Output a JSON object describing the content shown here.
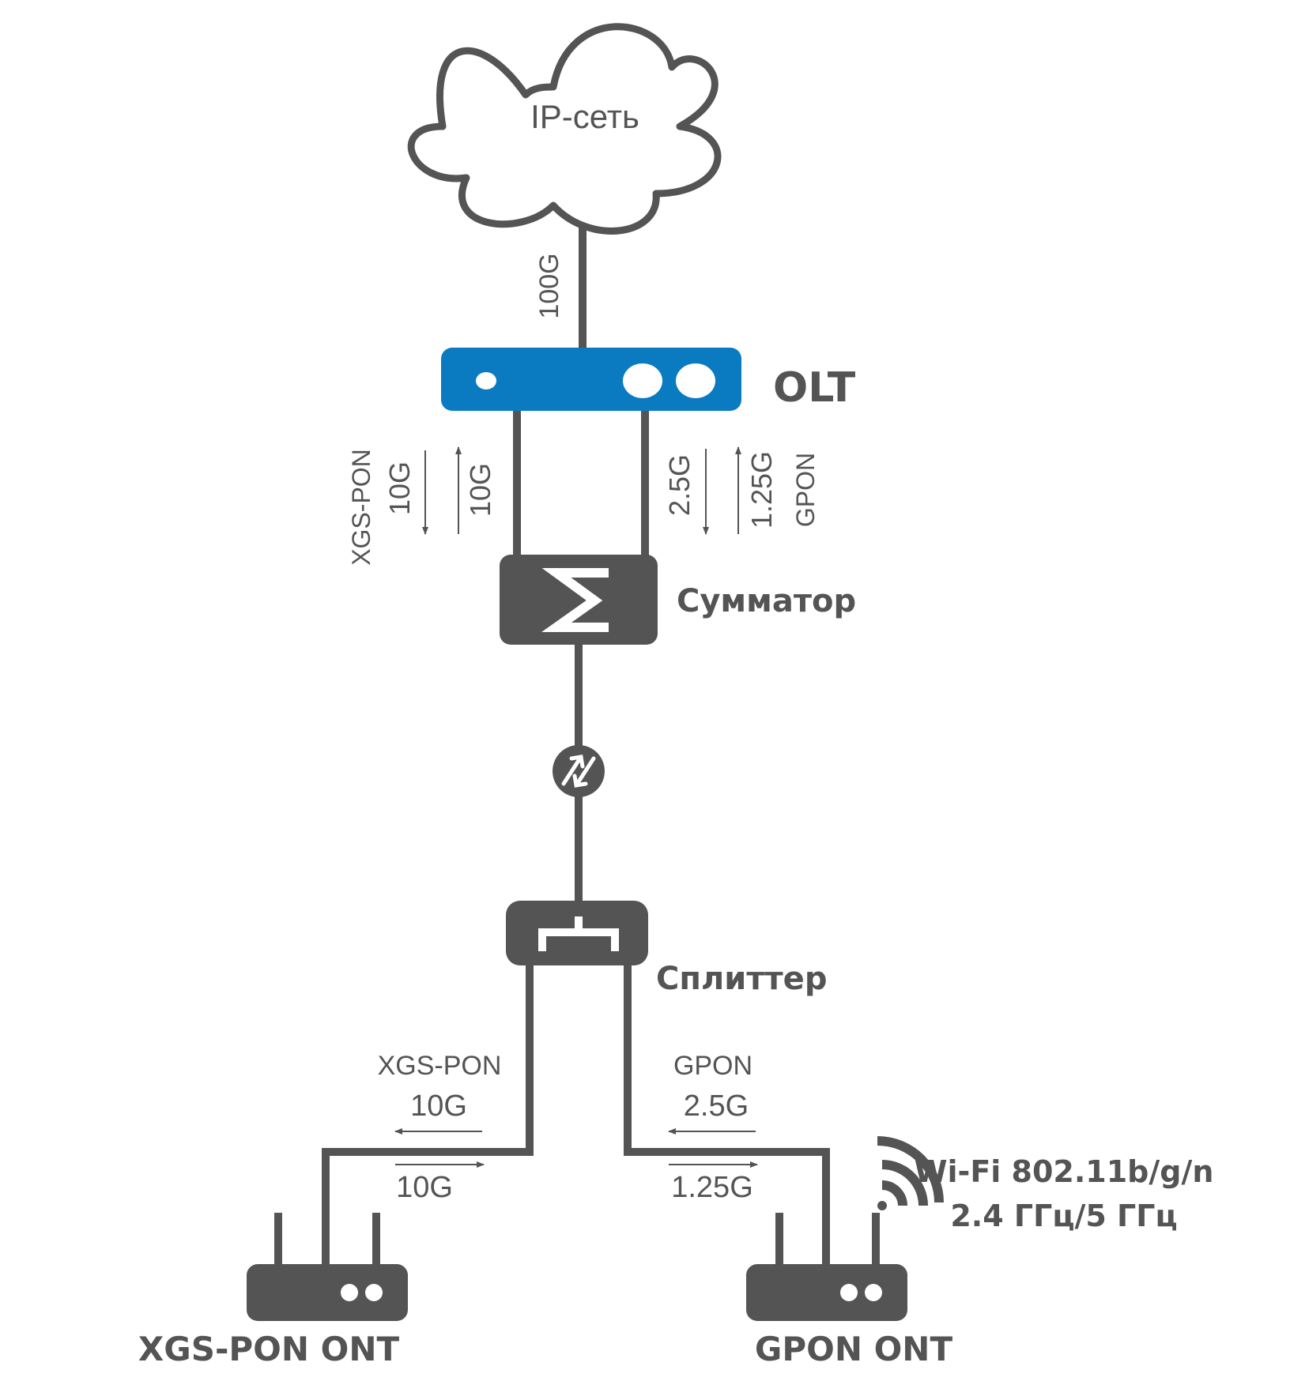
{
  "colors": {
    "line": "#545454",
    "olt": "#0a7bc1",
    "device": "#545454",
    "text": "#545454",
    "background": "#ffffff"
  },
  "cloud": {
    "label": "IP-сеть"
  },
  "uplink": {
    "speed": "100G"
  },
  "olt": {
    "label": "OLT"
  },
  "olt_links": {
    "xgs": {
      "protocol": "XGS-PON",
      "down": "10G",
      "up": "10G"
    },
    "gpon": {
      "protocol": "GPON",
      "down": "2.5G",
      "up": "1.25G"
    }
  },
  "combiner": {
    "label": "Сумматор",
    "icon": "sigma-icon"
  },
  "converter": {
    "icon": "bidirectional-arrows-icon"
  },
  "splitter": {
    "label": "Сплиттер",
    "icon": "splitter-icon"
  },
  "branches": {
    "xgs": {
      "protocol": "XGS-PON",
      "down": "10G",
      "up": "10G"
    },
    "gpon": {
      "protocol": "GPON",
      "down": "2.5G",
      "up": "1.25G"
    }
  },
  "wifi": {
    "line1": "Wi-Fi 802.11b/g/n",
    "line2": "2.4 ГГц/5 ГГц",
    "icon": "wifi-icon"
  },
  "ont_xgs": {
    "label": "XGS-PON ONT"
  },
  "ont_gpon": {
    "label": "GPON ONT"
  }
}
